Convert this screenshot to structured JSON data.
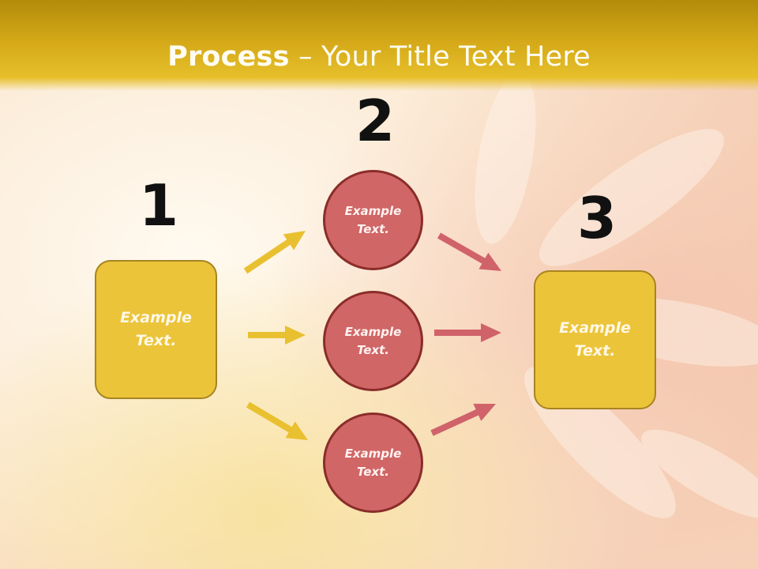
{
  "title": {
    "bold": "Process",
    "rest": " – Your Title Text Here"
  },
  "steps": {
    "n1": "1",
    "n2": "2",
    "n3": "3"
  },
  "box_left": {
    "text": "Example\nText."
  },
  "box_right": {
    "text": "Example\nText."
  },
  "circles": [
    {
      "text": "Example\nText."
    },
    {
      "text": "Example\nText."
    },
    {
      "text": "Example\nText."
    }
  ],
  "colors": {
    "header": "#d4a818",
    "box_fill": "#ebc43a",
    "circle_fill": "#d06666",
    "arrow_yellow": "#e9c030",
    "arrow_red": "#d0626a"
  }
}
